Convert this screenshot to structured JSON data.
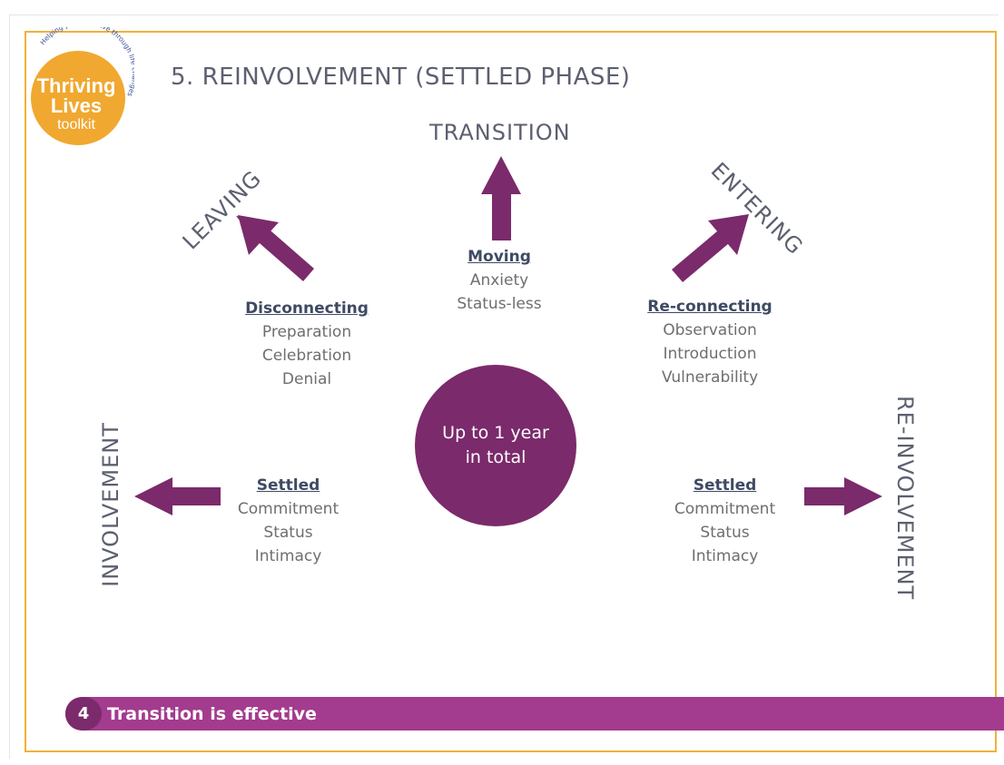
{
  "logo": {
    "line1": "Thriving",
    "line2": "Lives",
    "line3": "toolkit",
    "arc_text": "Helping people thrive through life changes"
  },
  "slide": {
    "title": "5. REINVOLVEMENT (SETTLED PHASE)"
  },
  "directions": {
    "transition": "TRANSITION",
    "leaving": "LEAVING",
    "entering": "ENTERING",
    "involvement": "INVOLVEMENT",
    "reinvolvement": "RE-INVOLVEMENT"
  },
  "blocks": {
    "moving": {
      "head": "Moving",
      "lines": [
        "Anxiety",
        "Status-less"
      ]
    },
    "disconnecting": {
      "head": "Disconnecting",
      "lines": [
        "Preparation",
        "Celebration",
        "Denial"
      ]
    },
    "reconnecting": {
      "head": "Re-connecting",
      "lines": [
        "Observation",
        "Introduction",
        "Vulnerability"
      ]
    },
    "settled_left": {
      "head": "Settled",
      "lines": [
        "Commitment",
        "Status",
        "Intimacy"
      ]
    },
    "settled_right": {
      "head": "Settled",
      "lines": [
        "Commitment",
        "Status",
        "Intimacy"
      ]
    }
  },
  "hub": {
    "line1": "Up to 1 year",
    "line2": "in total"
  },
  "banner": {
    "number": "4",
    "text": "Transition is effective"
  },
  "colors": {
    "purple": "#7b2a6b",
    "banner": "#a33b8e",
    "logo_orange": "#f0a830",
    "frame": "#f0b23a"
  }
}
